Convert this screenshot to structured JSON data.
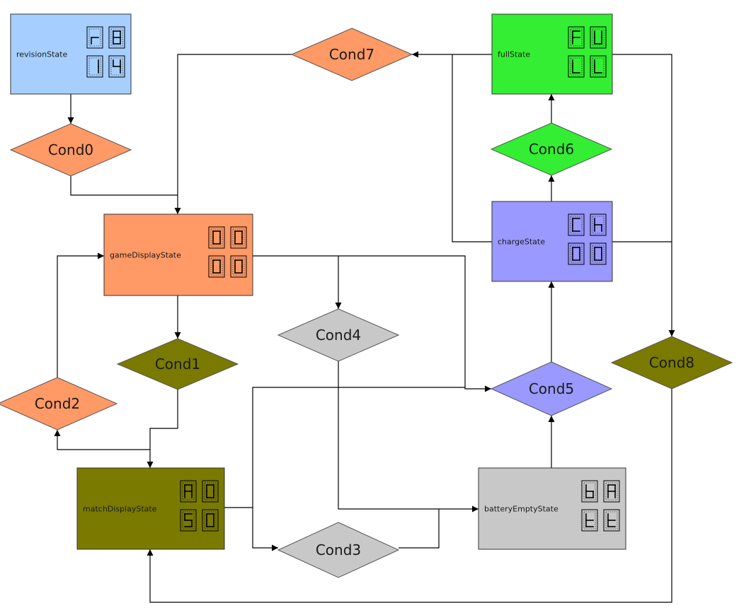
{
  "colors": {
    "revision": "#a6cfff",
    "game": "#ff9966",
    "match": "#7a7a00",
    "battery": "#c8c8c8",
    "charge": "#9999ff",
    "full": "#33ee33",
    "edge": "#000000"
  },
  "states": [
    {
      "id": "revisionState",
      "label": "revisionState",
      "color": "revision",
      "digits": [
        "r",
        "8",
        "1",
        "4"
      ]
    },
    {
      "id": "fullState",
      "label": "fullState",
      "color": "full",
      "digits": [
        "F",
        "U",
        "L",
        "L"
      ]
    },
    {
      "id": "gameDisplayState",
      "label": "gameDisplayState",
      "color": "game",
      "digits": [
        "0",
        "0",
        "0",
        "0"
      ]
    },
    {
      "id": "chargeState",
      "label": "chargeState",
      "color": "charge",
      "digits": [
        "C",
        "h",
        "0",
        "0"
      ]
    },
    {
      "id": "matchDisplayState",
      "label": "matchDisplayState",
      "color": "match",
      "digits": [
        "A",
        "0",
        "5",
        "0"
      ]
    },
    {
      "id": "batteryEmptyState",
      "label": "batteryEmptyState",
      "color": "battery",
      "digits": [
        "b",
        "A",
        "t",
        "t"
      ]
    }
  ],
  "conditions": [
    {
      "id": "Cond0",
      "label": "Cond0",
      "color": "game"
    },
    {
      "id": "Cond1",
      "label": "Cond1",
      "color": "match"
    },
    {
      "id": "Cond2",
      "label": "Cond2",
      "color": "game"
    },
    {
      "id": "Cond3",
      "label": "Cond3",
      "color": "battery"
    },
    {
      "id": "Cond4",
      "label": "Cond4",
      "color": "battery"
    },
    {
      "id": "Cond5",
      "label": "Cond5",
      "color": "charge"
    },
    {
      "id": "Cond6",
      "label": "Cond6",
      "color": "full"
    },
    {
      "id": "Cond7",
      "label": "Cond7",
      "color": "game"
    },
    {
      "id": "Cond8",
      "label": "Cond8",
      "color": "match"
    }
  ]
}
